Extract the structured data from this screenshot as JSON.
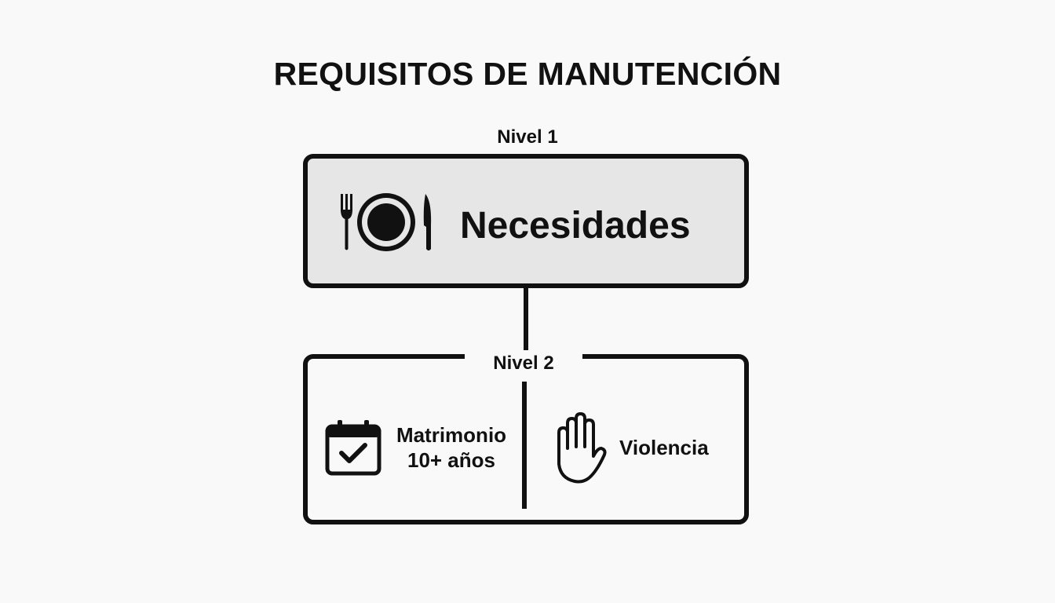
{
  "title": "REQUISITOS DE MANUTENCIÓN",
  "level1": {
    "label": "Nivel 1",
    "text": "Necesidades",
    "icon": "plate-cutlery-icon"
  },
  "level2": {
    "label": "Nivel 2",
    "items": [
      {
        "line1": "Matrimonio",
        "line2": "10+ años",
        "icon": "calendar-check-icon"
      },
      {
        "text": "Violencia",
        "icon": "raised-hand-icon"
      }
    ]
  },
  "colors": {
    "stroke": "#111111",
    "level1_fill": "#e6e6e6",
    "background": "#f9f9f9"
  }
}
